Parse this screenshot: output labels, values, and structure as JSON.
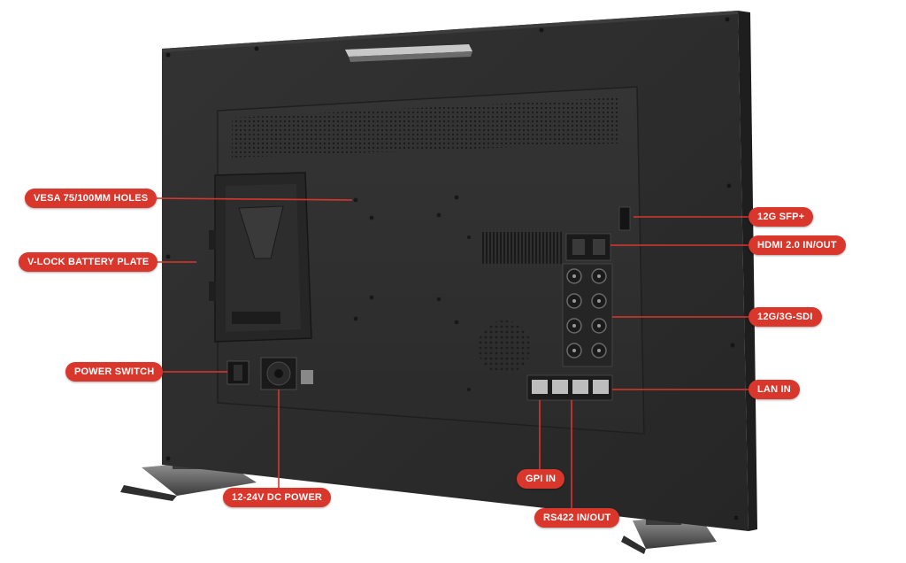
{
  "colors": {
    "callout_bg": "#d9362c",
    "callout_text": "#ffffff",
    "leader_line": "#d9362c",
    "chassis": "#2a2a2a",
    "panel": "#303030"
  },
  "callouts": {
    "vesa": "VESA 75/100MM HOLES",
    "vlock": "V-LOCK BATTERY PLATE",
    "power_switch": "POWER SWITCH",
    "dc_power": "12-24V DC POWER",
    "sfp": "12G SFP+",
    "hdmi": "HDMI 2.0 IN/OUT",
    "sdi": "12G/3G-SDI",
    "lan": "LAN IN",
    "gpi": "GPI IN",
    "rs422": "RS422 IN/OUT"
  },
  "icons": {
    "bnc": "bnc-connector-icon",
    "rj45": "rj45-port-icon",
    "hdmi": "hdmi-port-icon",
    "sfp": "sfp-cage-icon",
    "dc": "xlr-4pin-connector-icon",
    "switch": "rocker-switch-icon"
  }
}
